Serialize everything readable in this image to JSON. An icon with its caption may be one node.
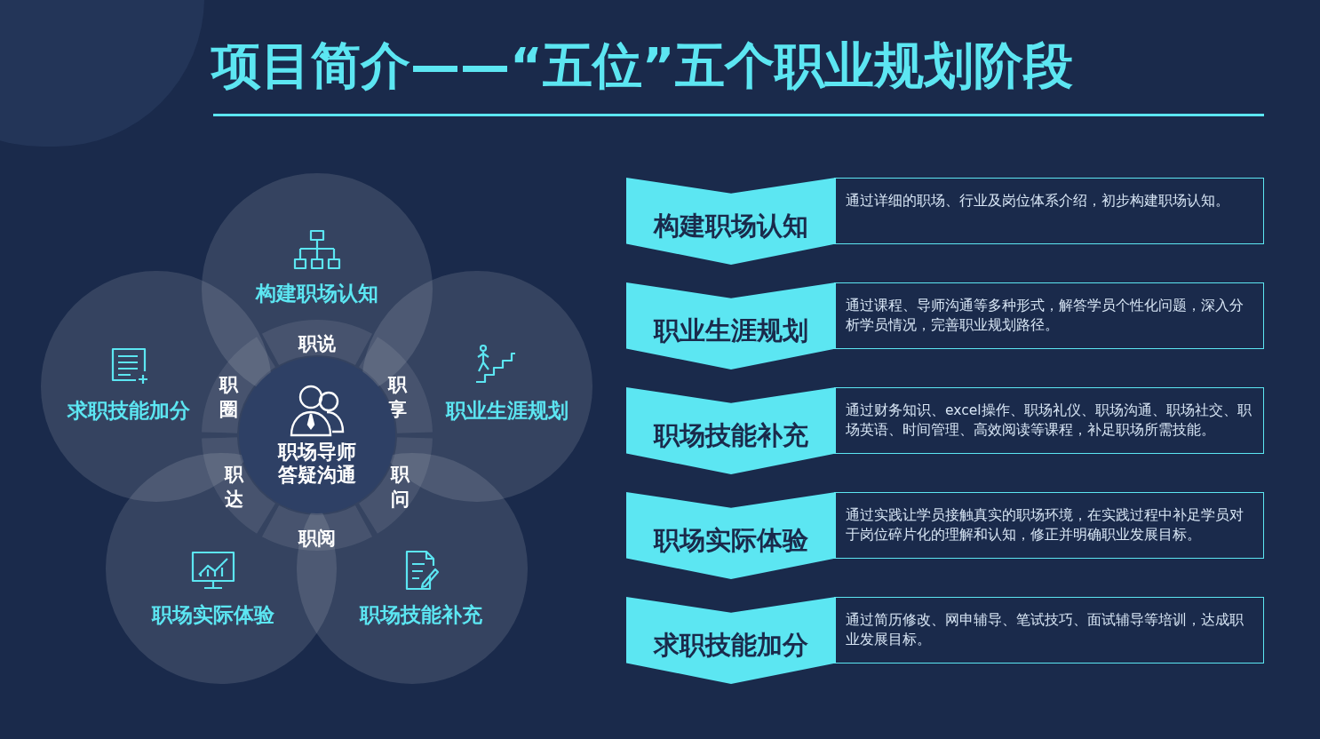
{
  "diagram": {
    "title": "项目简介——“五位”五个职业规划阶段",
    "nodes": [
      {
        "text": [
          "构建职场认知"
        ]
      },
      {
        "text": [
          "职业生涯规划"
        ]
      },
      {
        "text": [
          "职场技能补充"
        ]
      },
      {
        "text": [
          "职场实际体验"
        ]
      },
      {
        "text": [
          "求职技能加分"
        ]
      },
      {
        "text": [
          "职场导师答疑沟通"
        ]
      },
      {
        "text": [
          "构建职场认知"
        ]
      },
      {
        "text": [
          "通过详细的职场、行业及岗位体系介绍，初步构建职场认知。"
        ]
      },
      {
        "text": [
          "职业生涯规划"
        ]
      },
      {
        "text": [
          "通过课程、导师沟通等多种形式，解答学员个性化问题，深入分析学员情况，完善职业规划路径。"
        ]
      },
      {
        "text": [
          "职场技能补充"
        ]
      },
      {
        "text": [
          "通过财务知识、excel操作、职场礼仪、职场沟通、职场社交、职场英语、时间管理、高效阅读等课程，补足职场所需技能。"
        ]
      },
      {
        "text": [
          "职场实际体验"
        ]
      },
      {
        "text": [
          "通过实践让学员接触真实的职场环境，在实践过程中补足学员对于岗位碎片化的理解和认知，修正并明确职业发展目标。"
        ]
      },
      {
        "text": [
          "求职技能加分"
        ]
      },
      {
        "text": [
          "通过简历修改、网申辅导、笔试技巧、面试辅导等培训，达成职业发展目标。"
        ]
      }
    ],
    "edges": [],
    "labels": [
      "职说",
      "职享",
      "职问",
      "职阅",
      "职达",
      "职圈"
    ]
  }
}
